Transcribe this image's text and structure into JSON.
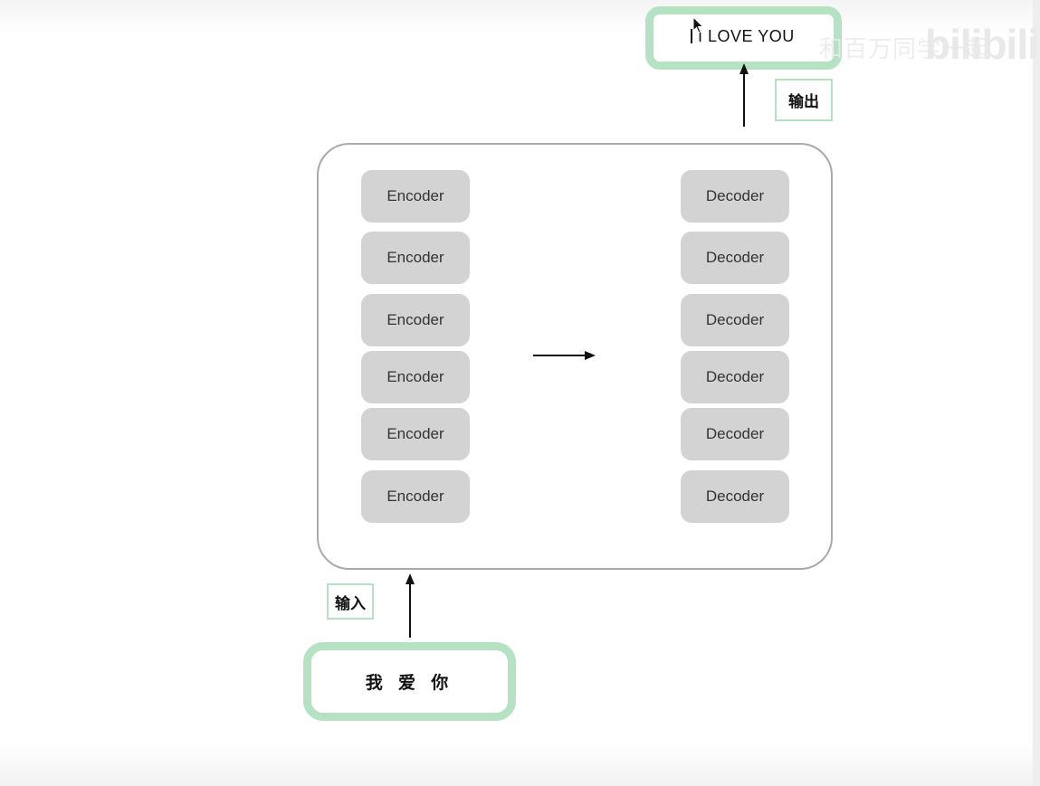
{
  "output": {
    "text": "I LOVE YOU",
    "tag_label": "输出"
  },
  "watermark": {
    "text": "和百万同学一起",
    "logo": "bilibili"
  },
  "model": {
    "encoders": [
      "Encoder",
      "Encoder",
      "Encoder",
      "Encoder",
      "Encoder",
      "Encoder"
    ],
    "decoders": [
      "Decoder",
      "Decoder",
      "Decoder",
      "Decoder",
      "Decoder",
      "Decoder"
    ]
  },
  "input": {
    "text": "我 爱 你",
    "tag_label": "输入"
  },
  "colors": {
    "box_border": "#b5e2c2",
    "block_fill": "#d3d3d3",
    "frame_border": "#aaaaaa"
  }
}
